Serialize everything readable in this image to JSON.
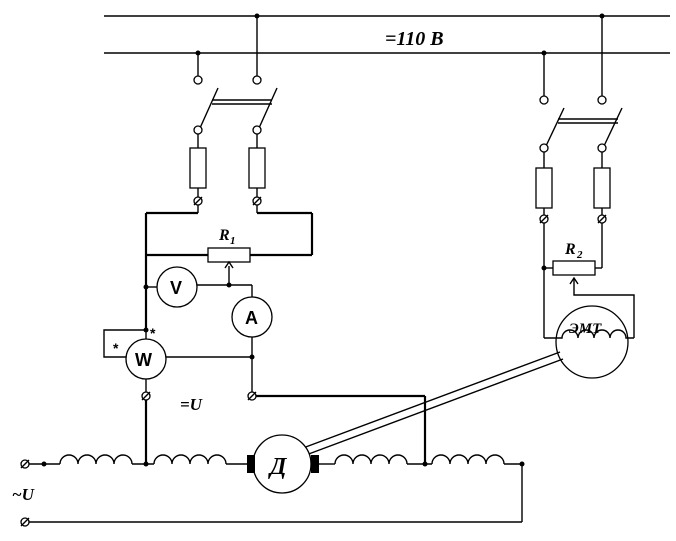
{
  "supply": {
    "dc_label": "=110 В"
  },
  "resistors": {
    "r1_main": "R",
    "r1_sub": "1",
    "r2_main": "R",
    "r2_sub": "2"
  },
  "meters": {
    "voltmeter": "V",
    "ammeter": "A",
    "wattmeter": "W",
    "star": "*"
  },
  "machines": {
    "motor": "Д",
    "brake": "ЭМТ"
  },
  "labels": {
    "dc_output": "=U",
    "ac_input": "~U"
  }
}
